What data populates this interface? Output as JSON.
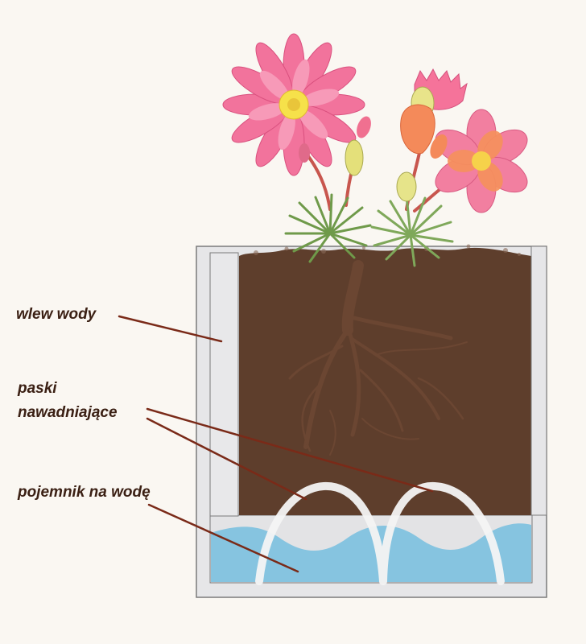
{
  "labels": {
    "water_inlet": "wlew wody",
    "strips_line1": "paski",
    "strips_line2": "nawadniające",
    "water_reservoir": "pojemnik na wodę"
  },
  "colors": {
    "background": "#faf7f2",
    "pot_wall": "#e6e6e8",
    "pot_outline": "#7a7a7a",
    "soil": "#5e3e2c",
    "water": "#86c4e0",
    "wick": "#f4f4f4",
    "leader_line": "#7a2a18",
    "label_text": "#3b2014",
    "petal_pink": "#f2739c",
    "petal_orange": "#f48a5a",
    "flower_center": "#f6e14a",
    "leaves": "#7fa85a",
    "roots": "#6b4632"
  }
}
